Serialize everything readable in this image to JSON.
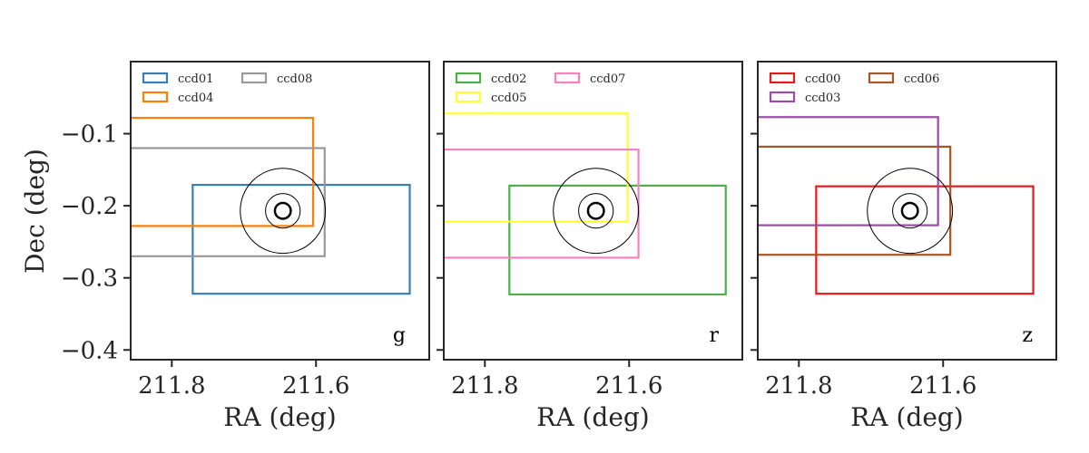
{
  "chart_data": [
    {
      "type": "line",
      "panel_label": "g",
      "xlabel": "RA (deg)",
      "ylabel": "Dec (deg)",
      "xlim": [
        211.857,
        211.443
      ],
      "ylim": [
        -0.4135,
        0.0
      ],
      "x_ticks": [
        211.8,
        211.6
      ],
      "x_tick_labels": [
        "211.8",
        "211.6"
      ],
      "y_ticks": [
        -0.1,
        -0.2,
        -0.3,
        -0.4
      ],
      "y_tick_labels": [
        "−0.1",
        "−0.2",
        "−0.3",
        "−0.4"
      ],
      "legend_placement": "top-left",
      "legend": [
        "ccd01",
        "ccd04",
        "ccd08"
      ],
      "series": [
        {
          "name": "ccd01",
          "color": "#377eb8",
          "ra": [
            211.771,
            211.47
          ],
          "dec": [
            -0.171,
            -0.322
          ]
        },
        {
          "name": "ccd04",
          "color": "#ff7f00",
          "ra": [
            211.862,
            211.604
          ],
          "dec": [
            -0.078,
            -0.228
          ]
        },
        {
          "name": "ccd08",
          "color": "#999999",
          "ra": [
            211.862,
            211.588
          ],
          "dec": [
            -0.12,
            -0.27
          ]
        }
      ],
      "target": {
        "ra": 211.646,
        "dec": -0.207,
        "marker_radius_deg": 0.011,
        "circle_radii_deg": [
          0.024,
          0.059
        ]
      }
    },
    {
      "type": "line",
      "panel_label": "r",
      "xlabel": "RA (deg)",
      "xlim": [
        211.857,
        211.443
      ],
      "ylim": [
        -0.4135,
        0.0
      ],
      "x_ticks": [
        211.8,
        211.6
      ],
      "x_tick_labels": [
        "211.8",
        "211.6"
      ],
      "y_ticks": [
        -0.1,
        -0.2,
        -0.3,
        -0.4
      ],
      "legend_placement": "top-left",
      "legend": [
        "ccd02",
        "ccd05",
        "ccd07"
      ],
      "series": [
        {
          "name": "ccd02",
          "color": "#4daf4a",
          "ra": [
            211.766,
            211.466
          ],
          "dec": [
            -0.172,
            -0.323
          ]
        },
        {
          "name": "ccd05",
          "color": "#ffff33",
          "ra": [
            211.862,
            211.602
          ],
          "dec": [
            -0.072,
            -0.222
          ]
        },
        {
          "name": "ccd07",
          "color": "#f781bf",
          "ra": [
            211.862,
            211.587
          ],
          "dec": [
            -0.122,
            -0.272
          ]
        }
      ],
      "target": {
        "ra": 211.646,
        "dec": -0.207,
        "marker_radius_deg": 0.011,
        "circle_radii_deg": [
          0.024,
          0.059
        ]
      }
    },
    {
      "type": "line",
      "panel_label": "z",
      "xlabel": "RA (deg)",
      "xlim": [
        211.857,
        211.443
      ],
      "ylim": [
        -0.4135,
        0.0
      ],
      "x_ticks": [
        211.8,
        211.6
      ],
      "x_tick_labels": [
        "211.8",
        "211.6"
      ],
      "y_ticks": [
        -0.1,
        -0.2,
        -0.3,
        -0.4
      ],
      "legend_placement": "top-left",
      "legend": [
        "ccd00",
        "ccd03",
        "ccd06"
      ],
      "series": [
        {
          "name": "ccd00",
          "color": "#e41a1c",
          "ra": [
            211.776,
            211.475
          ],
          "dec": [
            -0.173,
            -0.322
          ]
        },
        {
          "name": "ccd03",
          "color": "#984ea3",
          "ra": [
            211.862,
            211.607
          ],
          "dec": [
            -0.077,
            -0.227
          ]
        },
        {
          "name": "ccd06",
          "color": "#a65628",
          "ra": [
            211.862,
            211.59
          ],
          "dec": [
            -0.118,
            -0.268
          ]
        }
      ],
      "target": {
        "ra": 211.646,
        "dec": -0.207,
        "marker_radius_deg": 0.011,
        "circle_radii_deg": [
          0.024,
          0.059
        ]
      }
    }
  ]
}
